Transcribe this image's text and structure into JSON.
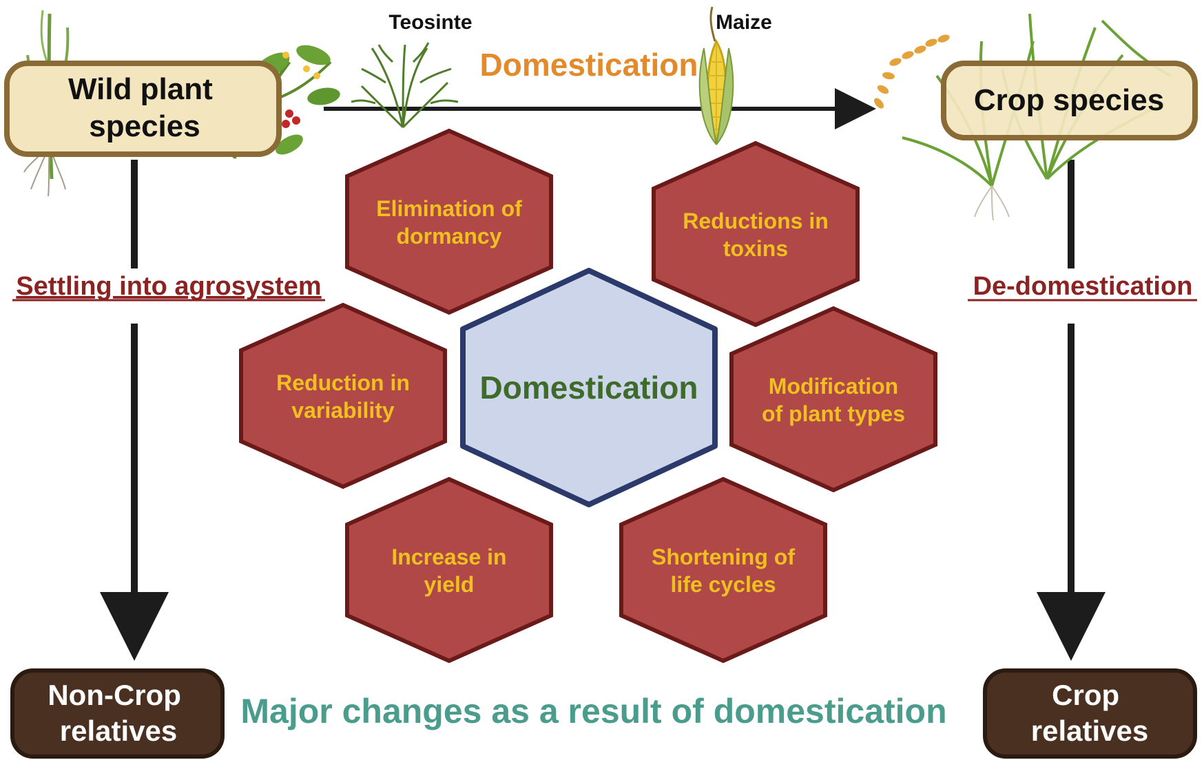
{
  "labels": {
    "teosinte": "Teosinte",
    "maize": "Maize",
    "domestication_top": "Domestication",
    "settling": "Settling into agrosystem",
    "de_domestication": "De-domestication",
    "major_changes": "Major changes as a result of domestication"
  },
  "boxes": {
    "wild": [
      "Wild plant",
      "species"
    ],
    "crop_species": [
      "Crop species"
    ],
    "non_crop": [
      "Non-Crop",
      "relatives"
    ],
    "crop_relatives": [
      "Crop",
      "relatives"
    ]
  },
  "center_hex": {
    "label": "Domestication"
  },
  "hexes": [
    {
      "id": "elimination-of-dormancy",
      "lines": [
        "Elimination of",
        "dormancy"
      ]
    },
    {
      "id": "reductions-in-toxins",
      "lines": [
        "Reductions in",
        "toxins"
      ]
    },
    {
      "id": "reduction-in-variability",
      "lines": [
        "Reduction in",
        "variability"
      ]
    },
    {
      "id": "modification-of-plant-types",
      "lines": [
        "Modification",
        "of plant types"
      ]
    },
    {
      "id": "increase-in-yield",
      "lines": [
        "Increase in",
        "yield"
      ]
    },
    {
      "id": "shortening-of-life-cycles",
      "lines": [
        "Shortening of",
        "life cycles"
      ]
    }
  ],
  "colors": {
    "hex_fill": "#b04848",
    "hex_stroke": "#6b1a1a",
    "hex_text": "#f0c020",
    "center_fill": "#cdd5ea",
    "center_stroke": "#2b3a6b",
    "center_text": "#3f6b2a",
    "domestication_orange": "#e38a2c",
    "underline_red": "#8b2323",
    "major_teal": "#4a9c8c",
    "top_box_fill": "#f3e6bf",
    "top_box_stroke": "#8a6a35",
    "bottom_box_fill": "#4a3020",
    "bottom_box_stroke": "#2a1a10"
  },
  "icons": {
    "wild_plant": "wild-grass-and-tomato-plant-icon",
    "teosinte": "teosinte-plant-icon",
    "maize": "maize-cob-icon",
    "crop_plants": "rice-and-wheat-plants-icon"
  }
}
